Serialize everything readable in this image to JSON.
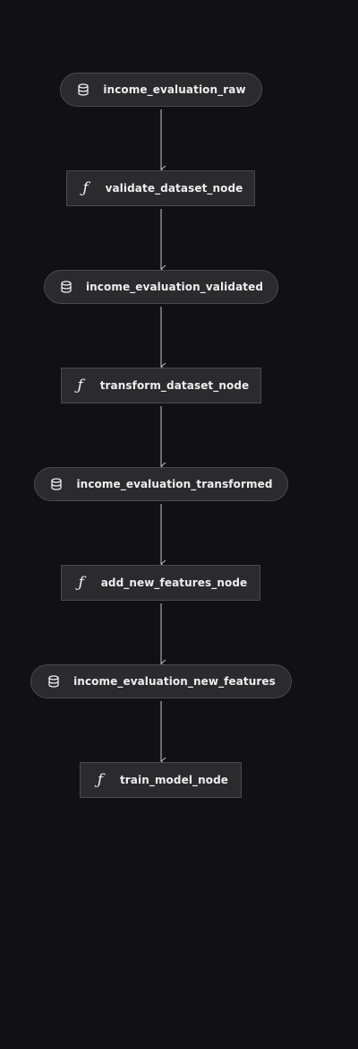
{
  "theme": {
    "background": "#111113",
    "node_fill": "#2b2b2e",
    "node_border": "#4a4a4e",
    "edge_color": "#c8c8c8",
    "text_color": "#eeeeee"
  },
  "nodes": [
    {
      "id": "n0",
      "type": "dataset",
      "icon": "database-icon",
      "label": "income_evaluation_raw"
    },
    {
      "id": "n1",
      "type": "task",
      "icon": "function-icon",
      "label": "validate_dataset_node"
    },
    {
      "id": "n2",
      "type": "dataset",
      "icon": "database-icon",
      "label": "income_evaluation_validated"
    },
    {
      "id": "n3",
      "type": "task",
      "icon": "function-icon",
      "label": "transform_dataset_node"
    },
    {
      "id": "n4",
      "type": "dataset",
      "icon": "database-icon",
      "label": "income_evaluation_transformed"
    },
    {
      "id": "n5",
      "type": "task",
      "icon": "function-icon",
      "label": "add_new_features_node"
    },
    {
      "id": "n6",
      "type": "dataset",
      "icon": "database-icon",
      "label": "income_evaluation_new_features"
    },
    {
      "id": "n7",
      "type": "task",
      "icon": "function-icon",
      "label": "train_model_node"
    }
  ],
  "edges": [
    {
      "from": "n0",
      "to": "n1"
    },
    {
      "from": "n1",
      "to": "n2"
    },
    {
      "from": "n2",
      "to": "n3"
    },
    {
      "from": "n3",
      "to": "n4"
    },
    {
      "from": "n4",
      "to": "n5"
    },
    {
      "from": "n5",
      "to": "n6"
    },
    {
      "from": "n6",
      "to": "n7"
    }
  ]
}
